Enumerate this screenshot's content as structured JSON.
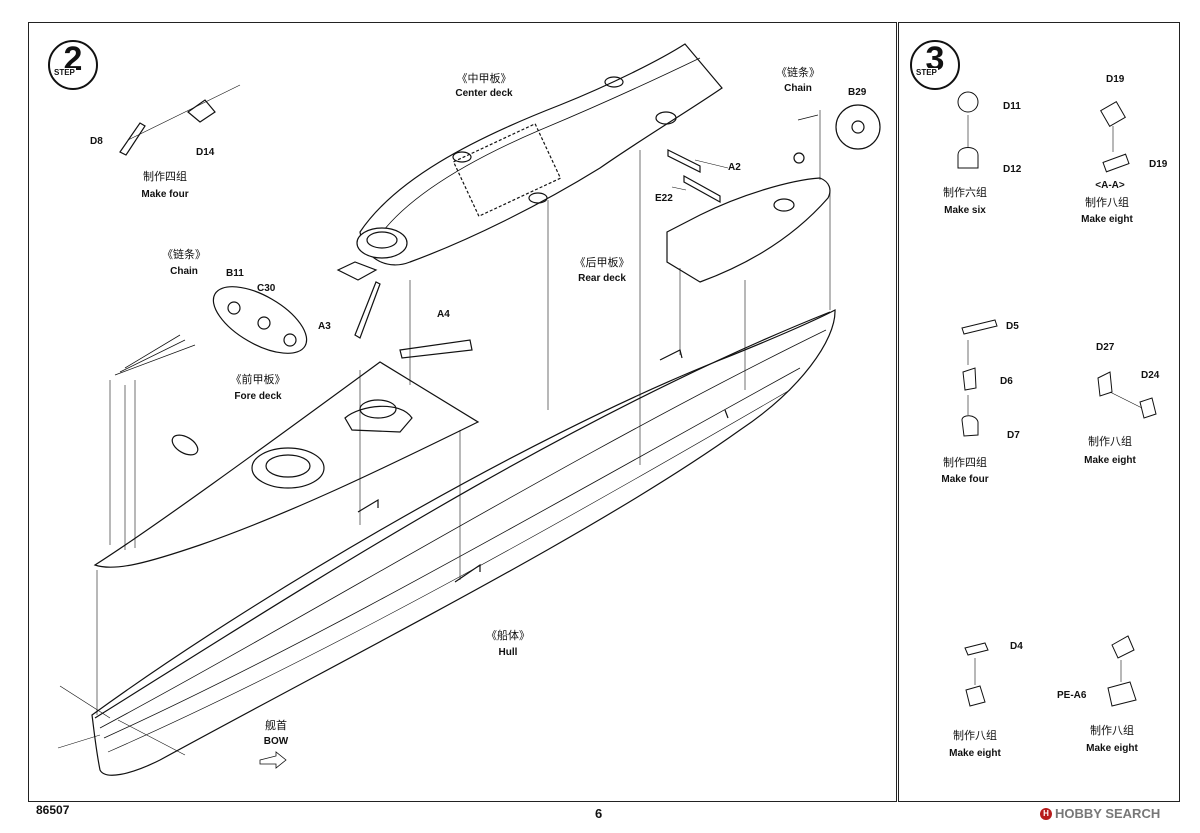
{
  "step2": {
    "number": "2",
    "badge_text": "STEP",
    "labels": {
      "center_deck_cn": "《中甲板》",
      "center_deck_en": "Center deck",
      "chain_top_cn": "《链条》",
      "chain_top_en": "Chain",
      "chain_left_cn": "《链条》",
      "chain_left_en": "Chain",
      "rear_deck_cn": "《后甲板》",
      "rear_deck_en": "Rear deck",
      "fore_deck_cn": "《前甲板》",
      "fore_deck_en": "Fore deck",
      "hull_cn": "《船体》",
      "hull_en": "Hull",
      "bow_cn": "舰首",
      "bow_en": "BOW",
      "make_four_cn": "制作四组",
      "make_four_en": "Make four"
    },
    "parts": {
      "d8": "D8",
      "d14": "D14",
      "b29": "B29",
      "a2": "A2",
      "e22": "E22",
      "b11": "B11",
      "c30": "C30",
      "a3": "A3",
      "a4": "A4"
    }
  },
  "step3": {
    "number": "3",
    "badge_text": "STEP",
    "groups": [
      {
        "parts": [
          "D11",
          "D12"
        ],
        "cn": "制作六组",
        "en": "Make six"
      },
      {
        "parts": [
          "D19",
          "D19"
        ],
        "section": "<A-A>",
        "cn": "制作八组",
        "en": "Make eight"
      },
      {
        "parts": [
          "D5",
          "D6",
          "D7"
        ],
        "cn": "制作四组",
        "en": "Make four"
      },
      {
        "parts": [
          "D27",
          "D24"
        ],
        "cn": "制作八组",
        "en": "Make eight"
      },
      {
        "parts": [
          "D4"
        ],
        "cn": "制作八组",
        "en": "Make eight"
      },
      {
        "parts": [
          "PE-A6"
        ],
        "cn": "制作八组",
        "en": "Make eight"
      }
    ]
  },
  "footer": {
    "kit_number": "86507",
    "page_number": "6",
    "watermark": "HOBBY SEARCH"
  }
}
